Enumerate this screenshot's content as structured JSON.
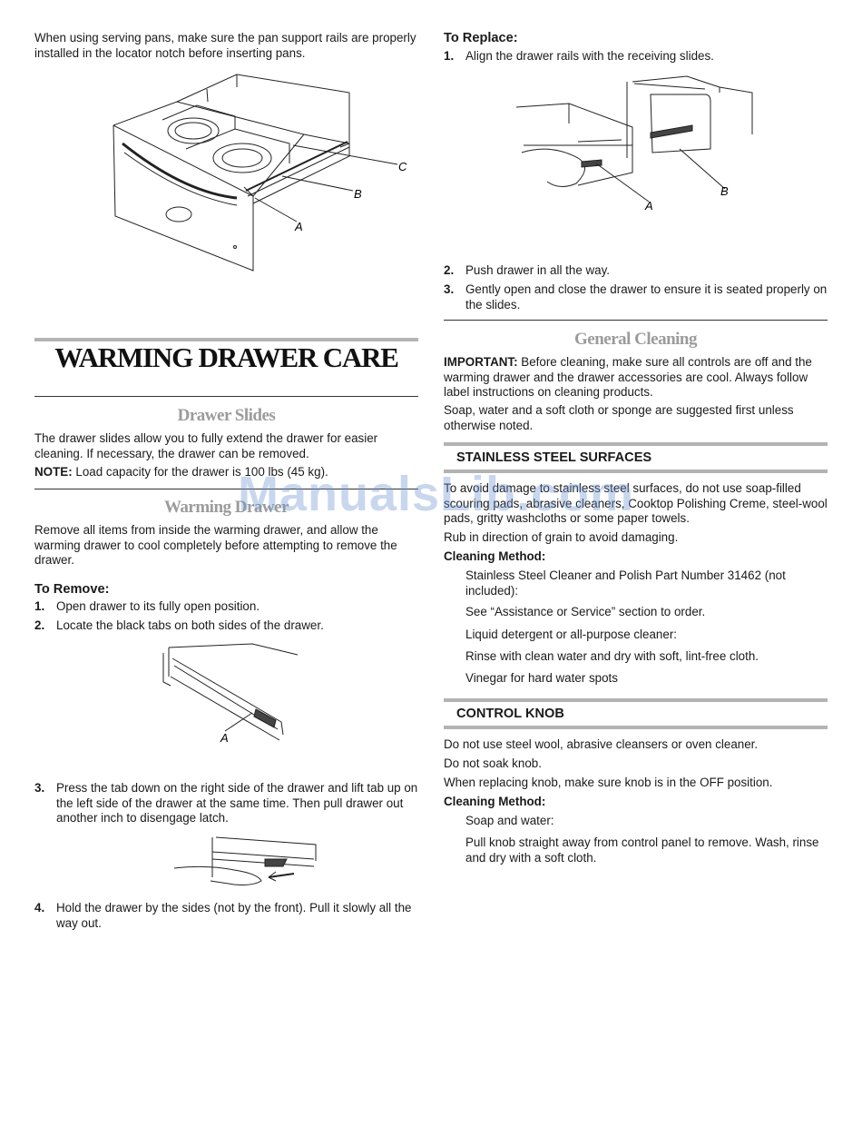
{
  "left": {
    "intro": "When using serving pans, make sure the pan support rails are properly installed in the locator notch before inserting pans.",
    "fig1_labels": {
      "a": "A",
      "b": "B",
      "c": "C"
    },
    "title": "WARMING DRAWER CARE",
    "drawer_slides": {
      "heading": "Drawer Slides",
      "body": "The drawer slides allow you to fully extend the drawer for easier cleaning. If necessary, the drawer can be removed.",
      "note_label": "NOTE:",
      "note_text": " Load capacity for the drawer is 100 lbs (45 kg)."
    },
    "warming_drawer": {
      "heading": "Warming Drawer",
      "body": "Remove all items from inside the warming drawer, and allow the warming drawer to cool completely before attempting to remove the drawer."
    },
    "to_remove": {
      "heading": "To Remove:",
      "steps": [
        {
          "n": "1.",
          "text": "Open drawer to its fully open position."
        },
        {
          "n": "2.",
          "text": "Locate the black tabs on both sides of the drawer."
        },
        {
          "n": "3.",
          "text": "Press the tab down on the right side of the drawer and lift tab up on the left side of the drawer at the same time. Then pull drawer out another inch to disengage latch."
        },
        {
          "n": "4.",
          "text": "Hold the drawer by the sides (not by the front). Pull it slowly all the way out."
        }
      ],
      "fig2_label": "A"
    }
  },
  "right": {
    "to_replace": {
      "heading": "To Replace:",
      "steps": [
        {
          "n": "1.",
          "text": "Align the drawer rails with the receiving slides."
        },
        {
          "n": "2.",
          "text": "Push drawer in all the way."
        },
        {
          "n": "3.",
          "text": "Gently open and close the drawer to ensure it is seated properly on the slides."
        }
      ],
      "fig_labels": {
        "a": "A",
        "b": "B"
      }
    },
    "general_cleaning": {
      "heading": "General Cleaning",
      "important_label": "IMPORTANT:",
      "important_text": " Before cleaning, make sure all controls are off and the warming drawer and the drawer accessories are cool. Always follow label instructions on cleaning products.",
      "body": "Soap, water and a soft cloth or sponge are suggested first unless otherwise noted."
    },
    "stainless": {
      "heading": "STAINLESS STEEL SURFACES",
      "body": "To avoid damage to stainless steel surfaces, do not use soap-filled scouring pads, abrasive cleaners, Cooktop Polishing Creme, steel-wool pads, gritty washcloths or some paper towels.",
      "grain": "Rub in direction of grain to avoid damaging.",
      "method_label": "Cleaning Method:",
      "methods": [
        "Stainless Steel Cleaner and Polish Part Number 31462 (not included):",
        "See “Assistance or Service” section to order.",
        "Liquid detergent or all-purpose cleaner:",
        "Rinse with clean water and dry with soft, lint-free cloth.",
        "Vinegar for hard water spots"
      ]
    },
    "control_knob": {
      "heading": "CONTROL KNOB",
      "lines": [
        "Do not use steel wool, abrasive cleansers or oven cleaner.",
        "Do not soak knob.",
        "When replacing knob, make sure knob is in the OFF position."
      ],
      "method_label": "Cleaning Method:",
      "methods": [
        "Soap and water:",
        "Pull knob straight away from control panel to remove. Wash, rinse and dry with a soft cloth."
      ]
    }
  },
  "watermark": "ManualsLib.com"
}
